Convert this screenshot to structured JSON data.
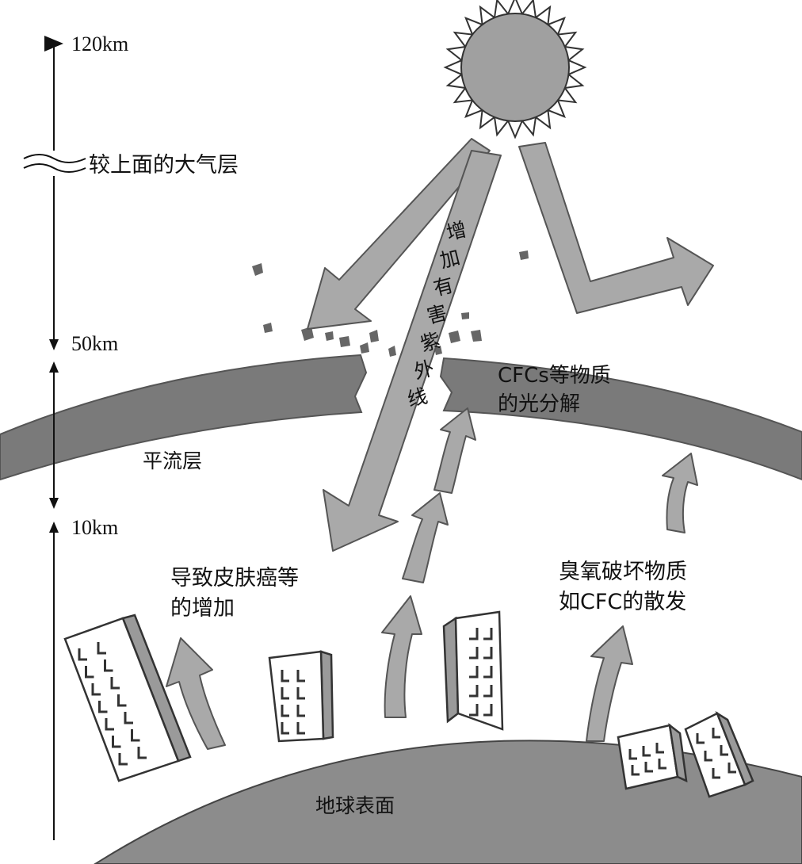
{
  "altitude_axis": {
    "ticks": [
      {
        "label": "120km"
      },
      {
        "label": "50km"
      },
      {
        "label": "10km"
      }
    ],
    "upper_layer_label": "较上面的大气层"
  },
  "layers": {
    "stratosphere_label": "平流层",
    "earth_surface_label": "地球表面"
  },
  "annotations": {
    "uv_arrow_chars": [
      "增",
      "加",
      "有",
      "害",
      "紫",
      "外",
      "线"
    ],
    "cfc_photolysis_line1": "CFCs等物质",
    "cfc_photolysis_line2": "的光分解",
    "skin_cancer_line1": "导致皮肤癌等",
    "skin_cancer_line2": "的增加",
    "ods_emission_line1": "臭氧破坏物质",
    "ods_emission_line2": "如CFC的散发"
  },
  "colors": {
    "band": "#7a7a7a",
    "earth": "#8c8c8c",
    "arrow": "#a9a9a9",
    "sun": "#a0a0a0"
  }
}
